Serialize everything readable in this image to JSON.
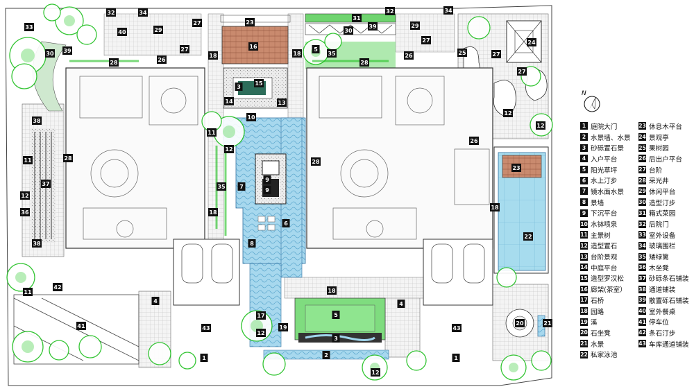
{
  "legend": [
    {
      "num": "1",
      "label": "庭院大门"
    },
    {
      "num": "2",
      "label": "水景墙、水景"
    },
    {
      "num": "3",
      "label": "砂砾置石景"
    },
    {
      "num": "4",
      "label": "入户平台"
    },
    {
      "num": "5",
      "label": "阳光草坪"
    },
    {
      "num": "6",
      "label": "水上汀步"
    },
    {
      "num": "7",
      "label": "镜水面水景"
    },
    {
      "num": "8",
      "label": "景墙"
    },
    {
      "num": "9",
      "label": "下沉平台"
    },
    {
      "num": "10",
      "label": "水钵喷泉"
    },
    {
      "num": "11",
      "label": "主景树"
    },
    {
      "num": "12",
      "label": "造型置石"
    },
    {
      "num": "13",
      "label": "台阶景观"
    },
    {
      "num": "14",
      "label": "中庭平台"
    },
    {
      "num": "15",
      "label": "造型罗汉松"
    },
    {
      "num": "16",
      "label": "廊架(茶室）"
    },
    {
      "num": "17",
      "label": "石桥"
    },
    {
      "num": "18",
      "label": "园路"
    },
    {
      "num": "19",
      "label": "溪"
    },
    {
      "num": "20",
      "label": "石坐凳"
    },
    {
      "num": "21",
      "label": "水景"
    },
    {
      "num": "22",
      "label": "私家泳池"
    },
    {
      "num": "23",
      "label": "休息木平台"
    },
    {
      "num": "24",
      "label": "景观亭"
    },
    {
      "num": "25",
      "label": "果树园"
    },
    {
      "num": "26",
      "label": "后出户平台"
    },
    {
      "num": "27",
      "label": "台阶"
    },
    {
      "num": "28",
      "label": "采光井"
    },
    {
      "num": "29",
      "label": "休闲平台"
    },
    {
      "num": "30",
      "label": "造型汀步"
    },
    {
      "num": "31",
      "label": "箱式菜园"
    },
    {
      "num": "32",
      "label": "后院门"
    },
    {
      "num": "33",
      "label": "室外设备"
    },
    {
      "num": "34",
      "label": "玻璃围栏"
    },
    {
      "num": "35",
      "label": "矮绿篱"
    },
    {
      "num": "36",
      "label": "木坐凳"
    },
    {
      "num": "37",
      "label": "砂砾条石铺装"
    },
    {
      "num": "38",
      "label": "通道铺装"
    },
    {
      "num": "39",
      "label": "散置砾石铺装"
    },
    {
      "num": "40",
      "label": "室外餐桌"
    },
    {
      "num": "41",
      "label": "停车位"
    },
    {
      "num": "42",
      "label": "条石汀步"
    },
    {
      "num": "43",
      "label": "车库通道铺装"
    }
  ],
  "north_label": "N",
  "colors": {
    "tree": "#1fbf1f",
    "lawn": "#7de07d",
    "water": "#9fd4ec",
    "wood": "#c98a6e",
    "line": "#333333"
  }
}
